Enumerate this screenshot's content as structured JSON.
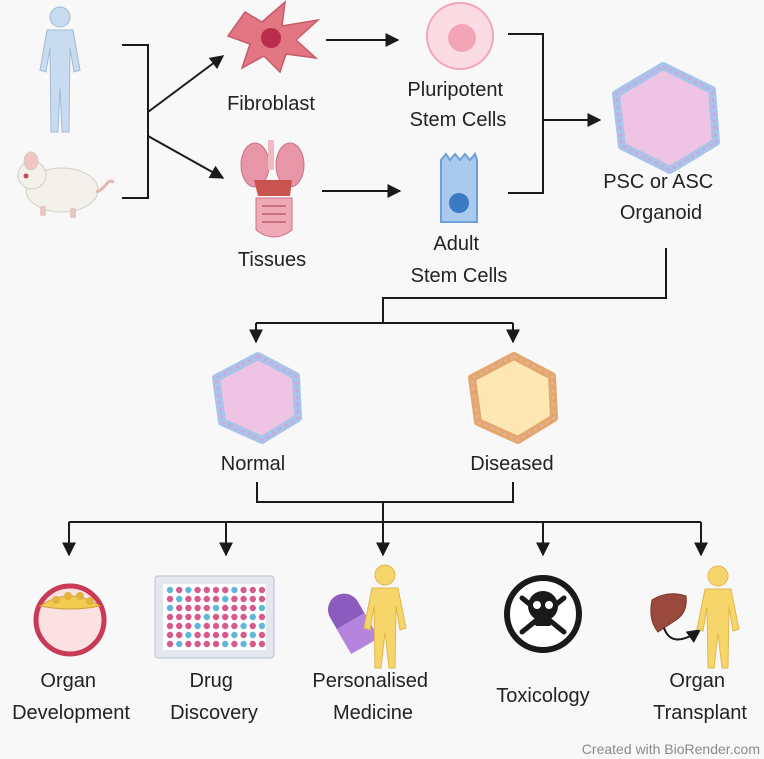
{
  "sources": {
    "human_icon": "human-figure-icon",
    "mouse_icon": "mouse-icon"
  },
  "stage1": [
    {
      "id": "fibroblast",
      "label": "Fibroblast",
      "icon": "fibroblast-cell-icon"
    },
    {
      "id": "tissues",
      "label": "Tissues",
      "icon": "organ-tissues-icon"
    }
  ],
  "stage2": [
    {
      "id": "psc",
      "lines": [
        "Pluripotent",
        "Stem Cells"
      ],
      "icon": "stem-cell-icon"
    },
    {
      "id": "asc",
      "lines": [
        "Adult",
        "Stem Cells"
      ],
      "icon": "columnar-cell-icon"
    }
  ],
  "organoid": {
    "lines": [
      "PSC or ASC",
      "Organoid"
    ],
    "icon": "organoid-icon"
  },
  "states": [
    {
      "id": "normal",
      "label": "Normal",
      "color": "#efc3e3"
    },
    {
      "id": "diseased",
      "label": "Diseased",
      "color": "#fde7b3"
    }
  ],
  "applications": [
    {
      "id": "organ-development",
      "lines": [
        "Organ",
        "Development"
      ],
      "icon": "embryo-icon"
    },
    {
      "id": "drug-discovery",
      "lines": [
        "Drug",
        "Discovery"
      ],
      "icon": "well-plate-icon"
    },
    {
      "id": "personalised-medicine",
      "lines": [
        "Personalised",
        "Medicine"
      ],
      "icon": "pill-person-icon"
    },
    {
      "id": "toxicology",
      "lines": [
        "Toxicology"
      ],
      "icon": "skull-crossbones-icon"
    },
    {
      "id": "organ-transplant",
      "lines": [
        "Organ",
        "Transplant"
      ],
      "icon": "liver-transplant-icon"
    }
  ],
  "colors": {
    "line": "#1a1a1a",
    "body": "#c9dcef",
    "person": "#f6d56b",
    "organoid_fill": "#efc3e3",
    "organoid_border": "#9bbde6"
  },
  "watermark": "Created with BioRender.com"
}
